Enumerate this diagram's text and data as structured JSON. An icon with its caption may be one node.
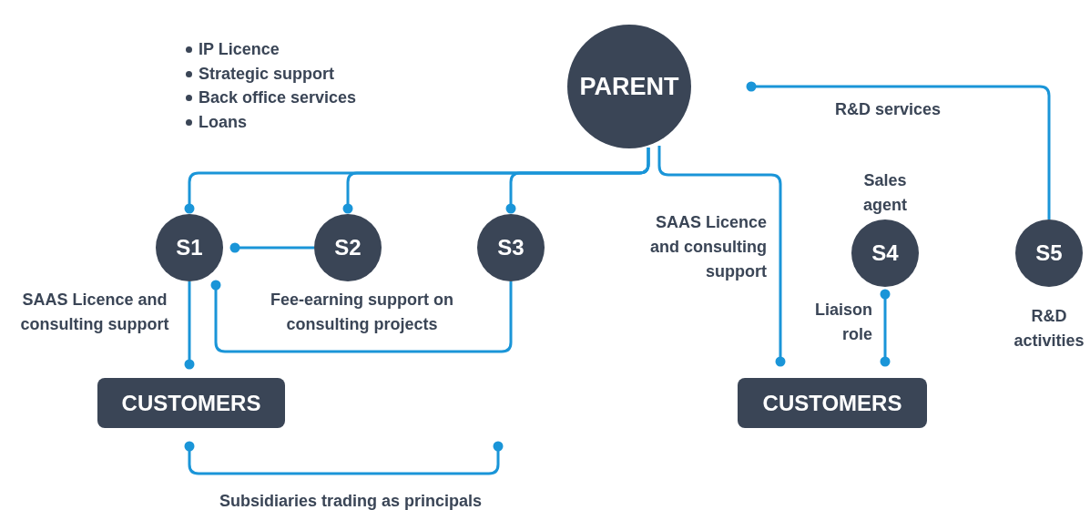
{
  "diagram": {
    "nodes": [
      {
        "text": [
          "PARENT"
        ]
      },
      {
        "text": [
          "S1"
        ]
      },
      {
        "text": [
          "S2"
        ]
      },
      {
        "text": [
          "S3"
        ]
      },
      {
        "text": [
          "S4"
        ],
        "beside": [
          "Sales agent"
        ]
      },
      {
        "text": [
          "S5"
        ],
        "beside": [
          "R&D activities"
        ]
      },
      {
        "text": [
          "CUSTOMERS"
        ]
      },
      {
        "text": [
          "CUSTOMERS"
        ]
      }
    ],
    "edges": [
      {
        "from": 0,
        "to": 1,
        "arrow": "other"
      },
      {
        "from": 0,
        "to": 2,
        "arrow": "other"
      },
      {
        "from": 0,
        "to": 3,
        "arrow": "other"
      },
      {
        "from": 2,
        "to": 1,
        "arrow": "other"
      },
      {
        "from": 3,
        "to": 1,
        "arrow": "other",
        "label": "Fee-earning support on consulting projects"
      },
      {
        "from": 1,
        "to": 6,
        "arrow": "other",
        "label": "SAAS Licence and consulting support"
      },
      {
        "from": 0,
        "to": 7,
        "arrow": "other",
        "label": "SAAS Licence and consulting support"
      },
      {
        "from": 5,
        "to": 0,
        "arrow": "other",
        "label": "R&D services"
      },
      {
        "from": 4,
        "to": 7,
        "arrow": "other",
        "label": "Liaison role"
      }
    ],
    "labels": [
      "IP Licence",
      "Strategic support",
      "Back office services",
      "Loans",
      "Subsidiaries trading as principals"
    ]
  }
}
